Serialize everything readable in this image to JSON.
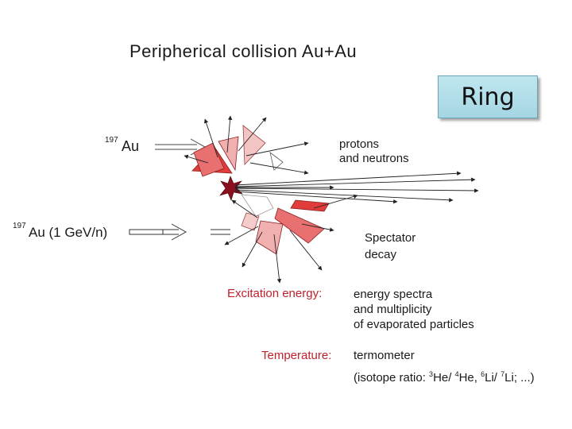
{
  "title": "Peripherical collision Au+Au",
  "ring_button": "Ring",
  "target": {
    "mass": "197",
    "symbol": "Au"
  },
  "projectile": {
    "mass": "197",
    "label": "Au (1 GeV/n)"
  },
  "protons_label": [
    "protons",
    "and neutrons"
  ],
  "spectator_label": [
    "Spectator",
    "decay"
  ],
  "excitation": {
    "term": "Excitation energy:",
    "lines": [
      "energy spectra",
      "and multiplicity",
      "of evaporated particles"
    ]
  },
  "temperature": {
    "term": "Temperature:",
    "line1": "termometer",
    "ratio_prefix": "(isotope ratio: ",
    "he3_mass": "3",
    "he3": "He/ ",
    "he4_mass": "4",
    "he4": "He, ",
    "li6_mass": "6",
    "li6": "Li/ ",
    "li7_mass": "7",
    "li7": "Li; ...)"
  },
  "colors": {
    "term": "#c0202a",
    "fragment_dark": "#e03c3c",
    "fragment_light": "#f0b0b0",
    "star": "#8a1020"
  }
}
